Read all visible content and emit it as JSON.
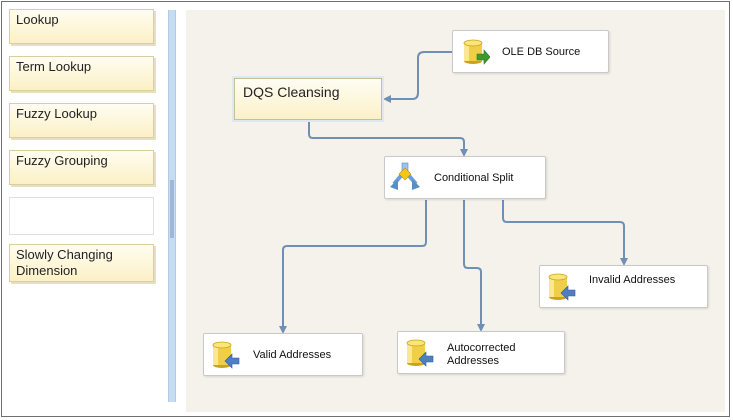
{
  "toolbox": {
    "items": [
      {
        "label": "Lookup"
      },
      {
        "label": "Term Lookup"
      },
      {
        "label": "Fuzzy Lookup"
      },
      {
        "label": "Fuzzy Grouping"
      },
      {
        "label": ""
      },
      {
        "label": "Slowly Changing Dimension"
      }
    ]
  },
  "canvas": {
    "components": {
      "ole_db_source": {
        "label": "OLE DB Source",
        "icon": "database-source-icon"
      },
      "dqs_cleansing": {
        "label": "DQS Cleansing"
      },
      "conditional_split": {
        "label": "Conditional Split",
        "icon": "conditional-split-icon"
      },
      "invalid_addresses": {
        "label": "Invalid Addresses",
        "icon": "database-destination-icon"
      },
      "valid_addresses": {
        "label": "Valid Addresses",
        "icon": "database-destination-icon"
      },
      "autocorrected_addresses": {
        "label": "Autocorrected Addresses",
        "icon": "database-destination-icon"
      }
    }
  },
  "colors": {
    "flow_line": "#6f8fb4",
    "toolbox_item": "#fbf0c6",
    "splitter": "#c6dcf2",
    "canvas": "#f4f2ea"
  }
}
